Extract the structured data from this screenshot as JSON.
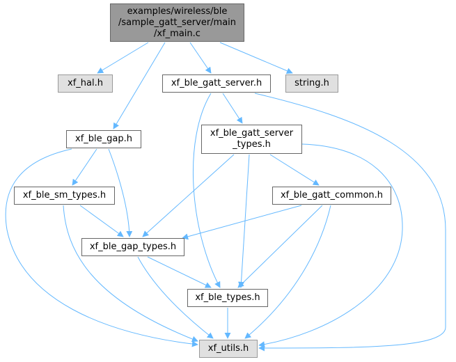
{
  "diagram": {
    "root": [
      "examples/wireless/ble",
      "/sample_gatt_server/main",
      "/xf_main.c"
    ],
    "nodes": {
      "xf_hal": {
        "label": [
          "xf_hal.h"
        ]
      },
      "xf_ble_gatt_server": {
        "label": [
          "xf_ble_gatt_server.h"
        ]
      },
      "string": {
        "label": [
          "string.h"
        ]
      },
      "xf_ble_gap": {
        "label": [
          "xf_ble_gap.h"
        ]
      },
      "xf_ble_gatt_server_types": {
        "label": [
          "xf_ble_gatt_server",
          "_types.h"
        ]
      },
      "xf_ble_sm_types": {
        "label": [
          "xf_ble_sm_types.h"
        ]
      },
      "xf_ble_gatt_common": {
        "label": [
          "xf_ble_gatt_common.h"
        ]
      },
      "xf_ble_gap_types": {
        "label": [
          "xf_ble_gap_types.h"
        ]
      },
      "xf_ble_types": {
        "label": [
          "xf_ble_types.h"
        ]
      },
      "xf_utils": {
        "label": [
          "xf_utils.h"
        ]
      }
    },
    "edges": [
      [
        "root",
        "xf_hal"
      ],
      [
        "root",
        "xf_ble_gatt_server"
      ],
      [
        "root",
        "string"
      ],
      [
        "root",
        "xf_ble_gap"
      ],
      [
        "xf_ble_gatt_server",
        "xf_ble_gatt_server_types"
      ],
      [
        "xf_ble_gatt_server",
        "xf_ble_types"
      ],
      [
        "xf_ble_gatt_server",
        "xf_utils"
      ],
      [
        "xf_ble_gap",
        "xf_ble_sm_types"
      ],
      [
        "xf_ble_gap",
        "xf_ble_gap_types"
      ],
      [
        "xf_ble_gap",
        "xf_utils"
      ],
      [
        "xf_ble_gatt_server_types",
        "xf_ble_gatt_common"
      ],
      [
        "xf_ble_gatt_server_types",
        "xf_ble_gap_types"
      ],
      [
        "xf_ble_gatt_server_types",
        "xf_ble_types"
      ],
      [
        "xf_ble_gatt_server_types",
        "xf_utils"
      ],
      [
        "xf_ble_sm_types",
        "xf_ble_gap_types"
      ],
      [
        "xf_ble_sm_types",
        "xf_utils"
      ],
      [
        "xf_ble_gatt_common",
        "xf_ble_gap_types"
      ],
      [
        "xf_ble_gatt_common",
        "xf_ble_types"
      ],
      [
        "xf_ble_gatt_common",
        "xf_utils"
      ],
      [
        "xf_ble_gap_types",
        "xf_ble_types"
      ],
      [
        "xf_ble_gap_types",
        "xf_utils"
      ],
      [
        "xf_ble_types",
        "xf_utils"
      ]
    ],
    "colors": {
      "edge": "#63b8ff",
      "root_fill": "#999999",
      "white_fill": "#ffffff",
      "gray_fill": "#e0e0e0"
    }
  }
}
